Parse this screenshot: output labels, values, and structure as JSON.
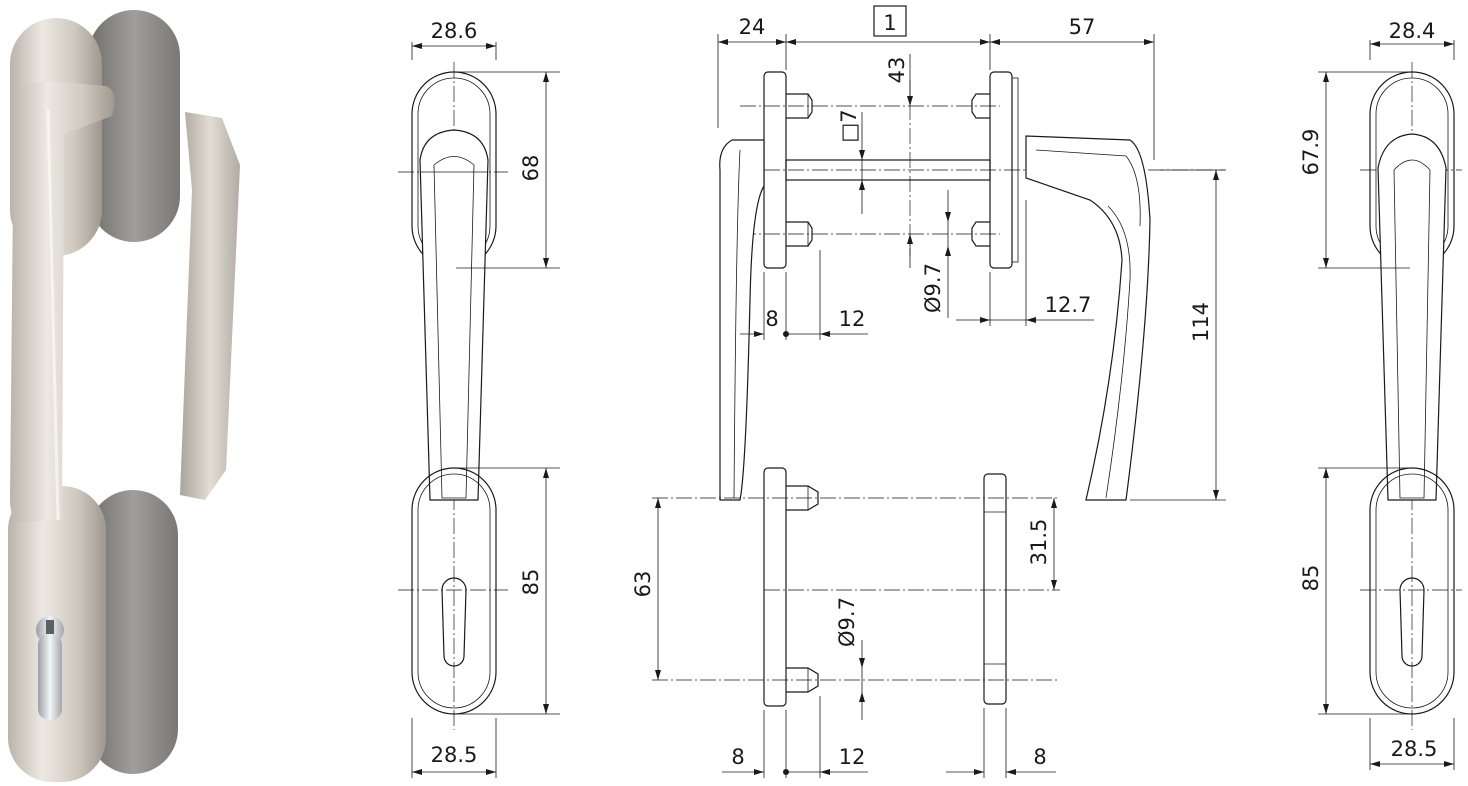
{
  "colors": {
    "line": "#1a1a1a",
    "background": "#ffffff",
    "metal_light": "#ddd8cf",
    "metal_dark": "#8f8a83",
    "rubber": "#8a8885"
  },
  "photo": {
    "icon": "window-handle-photo"
  },
  "view_front": {
    "dim_width_top": "28.6",
    "dim_rose_height": "68",
    "dim_lock_plate_height": "85",
    "dim_width_bottom": "28.5"
  },
  "view_side": {
    "callout": "1",
    "dim_left_rose_offset": "24",
    "dim_right_handle_depth": "57",
    "dim_spindle_offset": "43",
    "dim_square_spindle": "□7",
    "dim_hole_diameter_top": "Ø9.7",
    "dim_plate_left": "8",
    "dim_stud_left": "12",
    "dim_rose_thickness": "12.7",
    "dim_handle_drop": "114",
    "dim_stud_spacing": "63",
    "dim_half_spacing": "31.5",
    "dim_hole_diameter_bottom": "Ø9.7",
    "dim_bottom_plate": "8",
    "dim_bottom_stud": "12",
    "dim_bottom_plate_right": "8"
  },
  "view_back": {
    "dim_width_top": "28.4",
    "dim_rose_height": "67.9",
    "dim_lock_plate_height": "85",
    "dim_width_bottom": "28.5"
  }
}
